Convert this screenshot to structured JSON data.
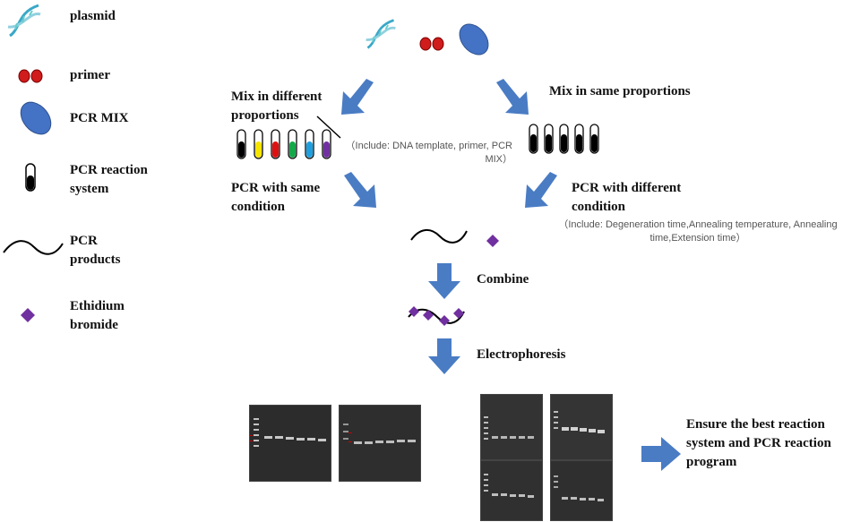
{
  "legend": {
    "plasmid": "plasmid",
    "primer": "primer",
    "pcr_mix": "PCR MIX",
    "reaction_system": "PCR reaction system",
    "products": "PCR products",
    "ethidium": "Ethidium bromide"
  },
  "flow": {
    "mix_different": "Mix in different proportions",
    "mix_same": "Mix in same proportions",
    "include_note": "（Include: DNA template, primer, PCR MIX）",
    "pcr_same": "PCR with same condition",
    "pcr_different": "PCR with different condition",
    "condition_note": "（Include: Degeneration time,Annealing temperature, Annealing time,Extension time）",
    "combine": "Combine",
    "electrophoresis": "Electrophoresis",
    "ensure": "Ensure the best reaction system and PCR reaction program"
  },
  "colors": {
    "arrow": "#4a7cc4",
    "ellipse": "#4472c4",
    "primer": "#d01c1c",
    "ethidium": "#7030a0",
    "tubes": [
      "#000000",
      "#f5e400",
      "#e01010",
      "#14a84a",
      "#1ea0e0",
      "#7030a0"
    ]
  }
}
